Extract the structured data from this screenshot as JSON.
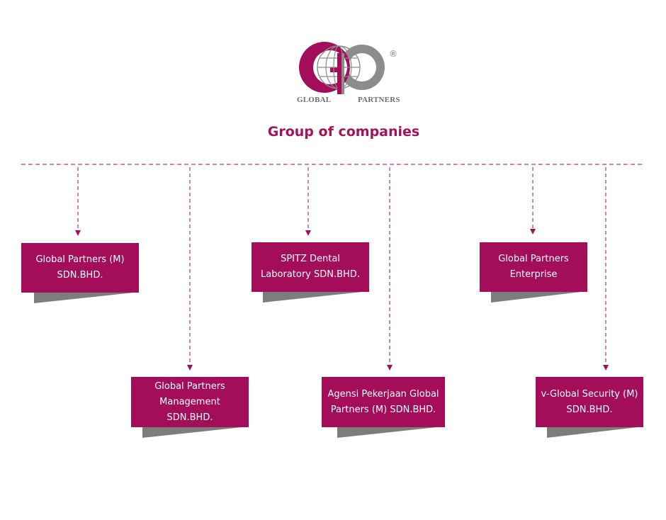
{
  "header": {
    "logo_words": [
      "GLOBAL",
      "PARTNERS"
    ],
    "registered_mark": "®",
    "title": "Group of companies"
  },
  "colors": {
    "accent": "#a30d59",
    "title": "#a5125a",
    "shadow": "#7d7d7d",
    "logo_gray": "#8c8c8c"
  },
  "companies": [
    {
      "name": "Global Partners (M) SDN.BHD."
    },
    {
      "name": "Global Partners Management SDN.BHD."
    },
    {
      "name": "SPITZ Dental Laboratory SDN.BHD."
    },
    {
      "name": "Agensi Pekerjaan Global Partners (M) SDN.BHD."
    },
    {
      "name": "Global Partners Enterprise"
    },
    {
      "name": "v-Global Security (M) SDN.BHD."
    }
  ]
}
